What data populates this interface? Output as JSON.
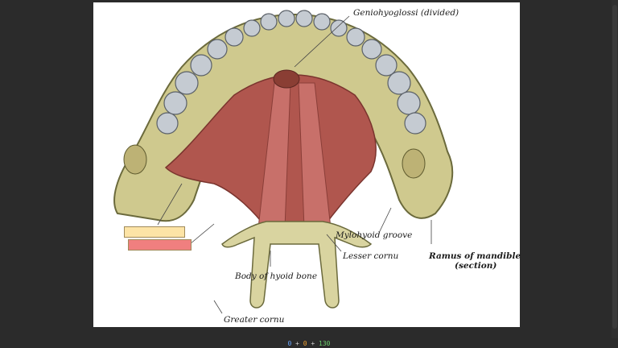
{
  "figure": {
    "labels": {
      "geniohyoglossi": "Geniohyoglossi (divided)",
      "mylohyoid_groove": "Mylohyoid groove",
      "lesser_cornu": "Lesser cornu",
      "ramus": "Ramus of mandible",
      "ramus_section": "(section)",
      "body_hyoid": "Body of hyoid bone",
      "greater_cornu": "Greater cornu"
    },
    "drop_zones": [
      {
        "name": "drop-zone-1",
        "color": "#fde4a6"
      },
      {
        "name": "drop-zone-2",
        "color": "#f07f7f"
      }
    ]
  },
  "counter": {
    "a": "0",
    "sep1": " + ",
    "b": "0",
    "sep2": " + ",
    "c": "130"
  },
  "colors": {
    "background": "#2b2b2b",
    "muscle": "#b0564e",
    "bone": "#d6d09a",
    "teeth": "#c9ced4"
  }
}
